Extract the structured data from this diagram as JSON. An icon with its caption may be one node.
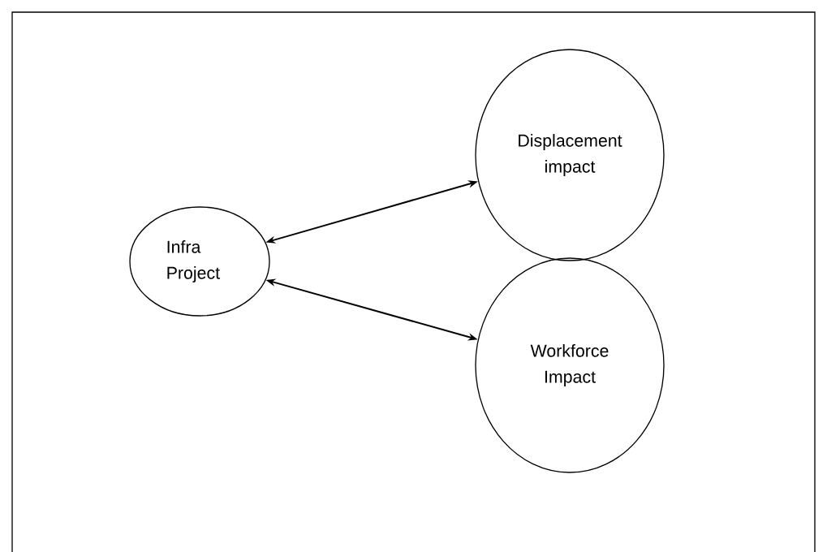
{
  "diagram": {
    "nodes": [
      {
        "text": [
          "Infra Project"
        ]
      },
      {
        "text": [
          "Displacement impact"
        ]
      },
      {
        "text": [
          "Workforce Impact"
        ]
      }
    ],
    "edges": [
      {
        "from": 0,
        "to": 1,
        "arrow": "both"
      },
      {
        "from": 0,
        "to": 2,
        "arrow": "both"
      }
    ]
  }
}
